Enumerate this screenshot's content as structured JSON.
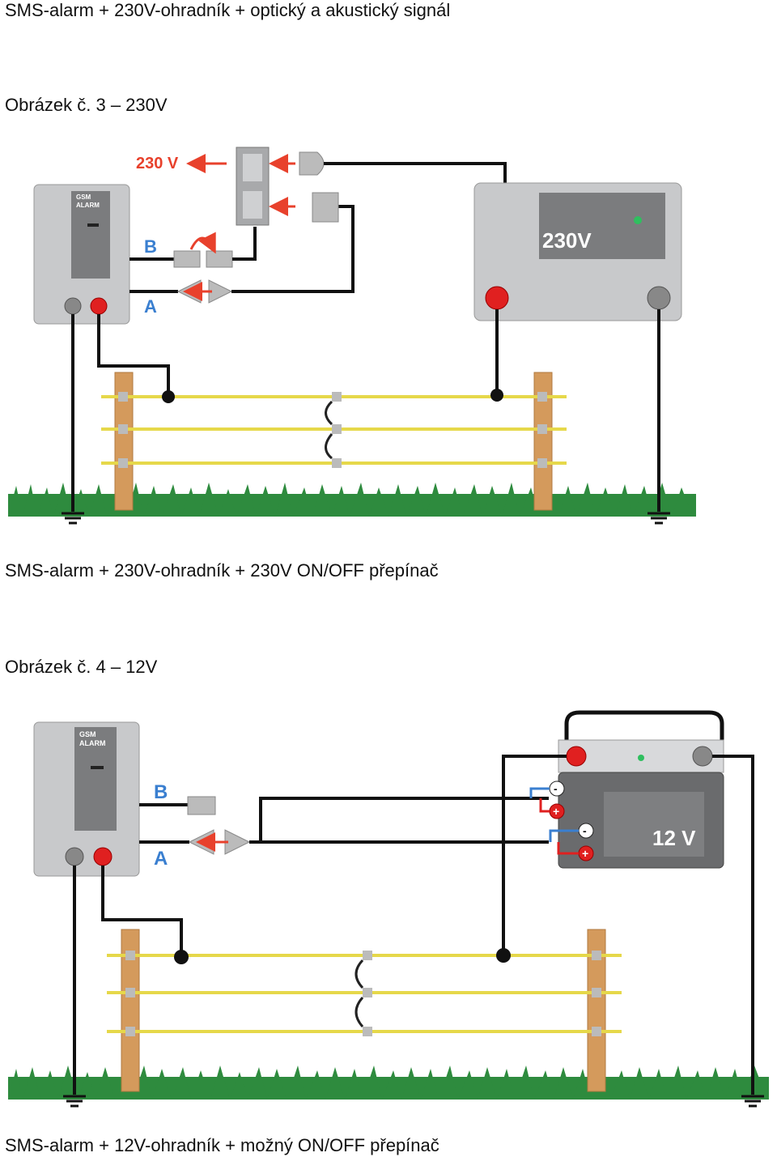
{
  "heading": "SMS-alarm + 230V-ohradník + optický a akustický signál",
  "figure3": {
    "caption": "Obrázek č. 3 – 230V",
    "title": "SMS-alarm + 230V-ohradník + 230V ON/OFF přepínač",
    "voltage_arrow_label": "230 V",
    "gsm_label_1": "GSM",
    "gsm_label_2": "ALARM",
    "terminal_b": "B",
    "terminal_a": "A",
    "energizer_label": "230V"
  },
  "figure4": {
    "caption": "Obrázek č. 4 – 12V",
    "title": "SMS-alarm + 12V-ohradník + možný ON/OFF přepínač",
    "gsm_label_1": "GSM",
    "gsm_label_2": "ALARM",
    "terminal_b": "B",
    "terminal_a": "A",
    "battery_label": "12 V",
    "minus_sign": "-",
    "plus_sign": "+"
  },
  "colors": {
    "device_grey": "#c8c9cb",
    "panel_dark": "#7b7c7e",
    "red_terminal": "#e02020",
    "arrow_red": "#e8412c",
    "label_blue": "#3a7fd0",
    "wire_yellow": "#e6d84a",
    "post_brown": "#d49a5c",
    "grass_green": "#2e8b3e"
  }
}
